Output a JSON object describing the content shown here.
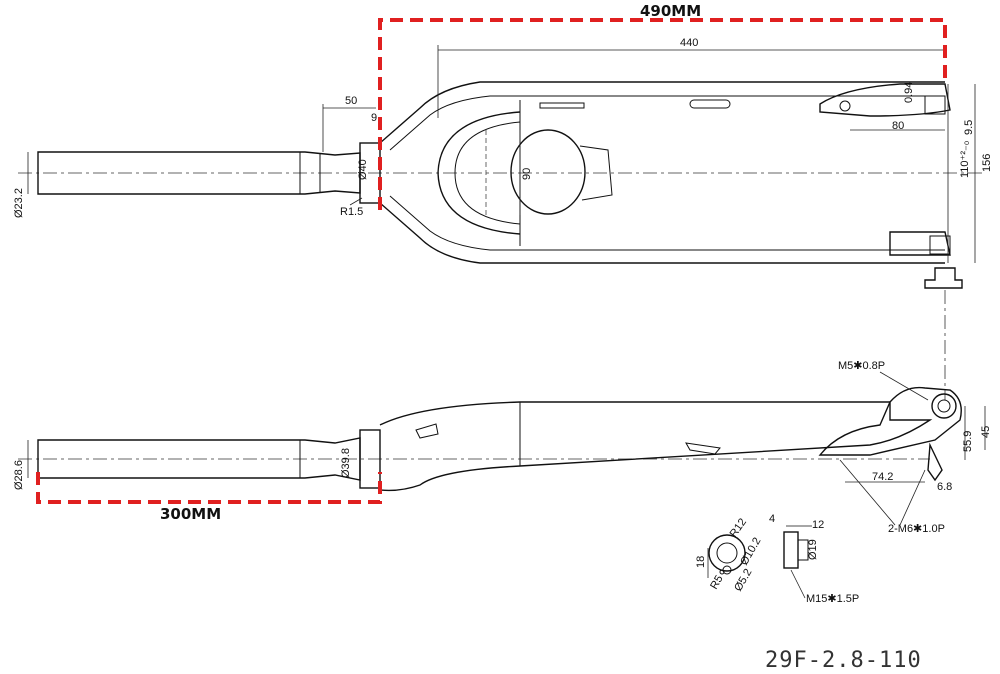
{
  "highlight": {
    "length_label": "490MM",
    "steerer_label": "300MM",
    "color": "#e02020"
  },
  "dims": {
    "d440": "440",
    "d50": "50",
    "d9": "9",
    "d40": "Ø40",
    "r15": "R1.5",
    "d232": "Ø23.2",
    "d90": "90",
    "d094": "0.94",
    "d95": "9.5",
    "d80": "80",
    "d110": "110⁺²₋₀",
    "d156": "156",
    "m5": "M5✱0.8P",
    "d286": "Ø28.6",
    "d398": "Ø39.8",
    "d559": "55.9",
    "d45": "45",
    "d742": "74.2",
    "d68": "6.8",
    "m6": "2-M6✱1.0P",
    "r12": "R12",
    "d4": "4",
    "d12": "12",
    "d18": "18",
    "d102": "Ø10.2",
    "d19": "Ø19",
    "r5": "R5",
    "d52": "Ø5.2",
    "m15": "M15✱1.5P"
  },
  "model_number": "29F-2.8-110"
}
